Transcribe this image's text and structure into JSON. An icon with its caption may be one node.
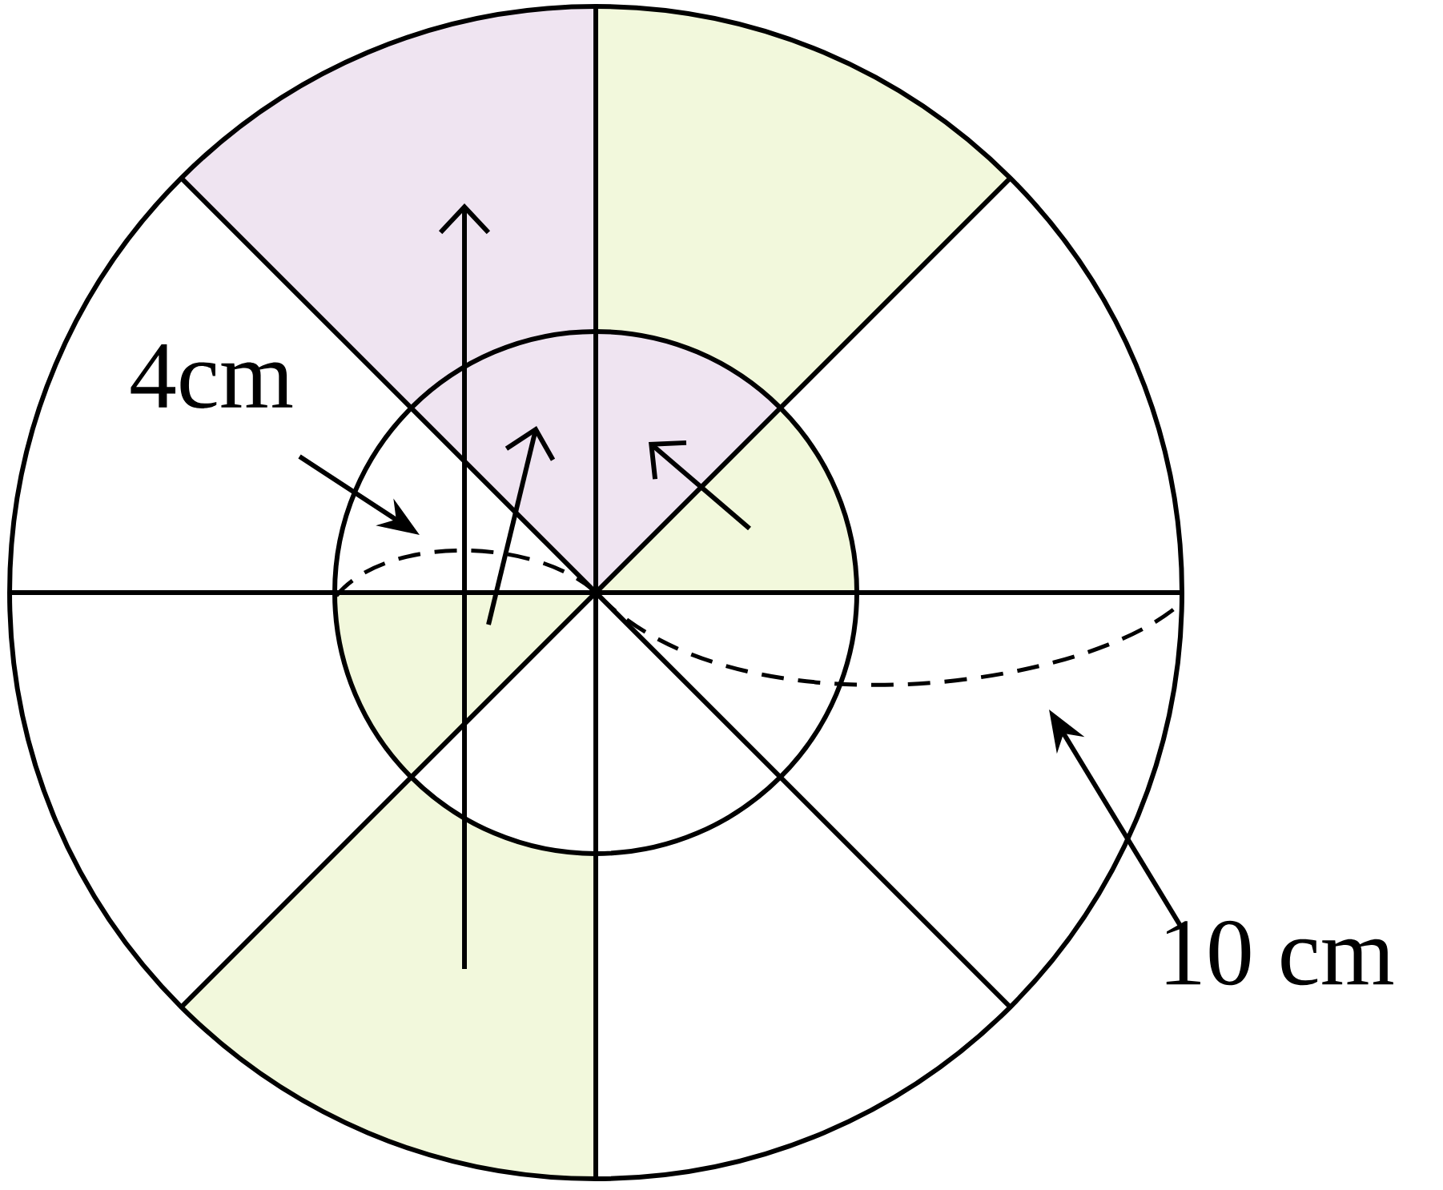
{
  "diagram": {
    "nodes": [
      {
        "text": [
          "4cm"
        ]
      },
      {
        "text": [
          "10 cm"
        ]
      }
    ],
    "edges": [
      {
        "from": 0,
        "to": null,
        "arrow": "to"
      },
      {
        "from": 1,
        "to": null,
        "arrow": "to"
      }
    ]
  }
}
